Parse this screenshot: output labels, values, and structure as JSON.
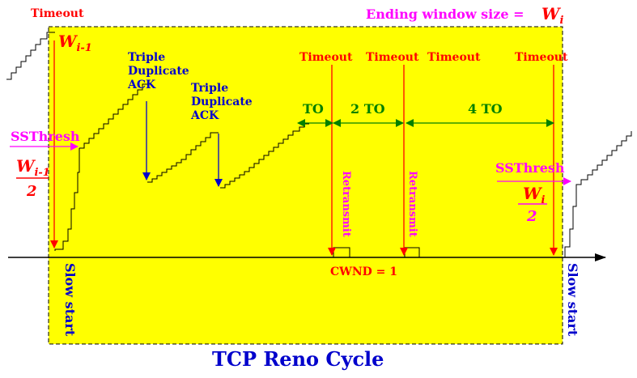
{
  "title": "TCP Reno Cycle",
  "ending_window_label": "Ending window size =",
  "w_i": "W",
  "w_i_sub": "i",
  "w_im1": "W",
  "w_im1_sub": "i-1",
  "two": "2",
  "timeout": "Timeout",
  "triple_dup_1": [
    "Triple",
    "Duplicate",
    "ACK"
  ],
  "triple_dup_2": [
    "Triple",
    "Duplicate",
    "ACK"
  ],
  "ssthresh": "SSThresh",
  "to_1": "TO",
  "to_2": "2 TO",
  "to_4": "4 TO",
  "retransmit": "Retransmit",
  "cwnd": "CWND = 1",
  "slow_start": "Slow start",
  "colors": {
    "background_box": "#ffff00",
    "red": "#ff0000",
    "blue": "#0000cc",
    "magenta": "#ff00ff",
    "green": "#008000"
  }
}
